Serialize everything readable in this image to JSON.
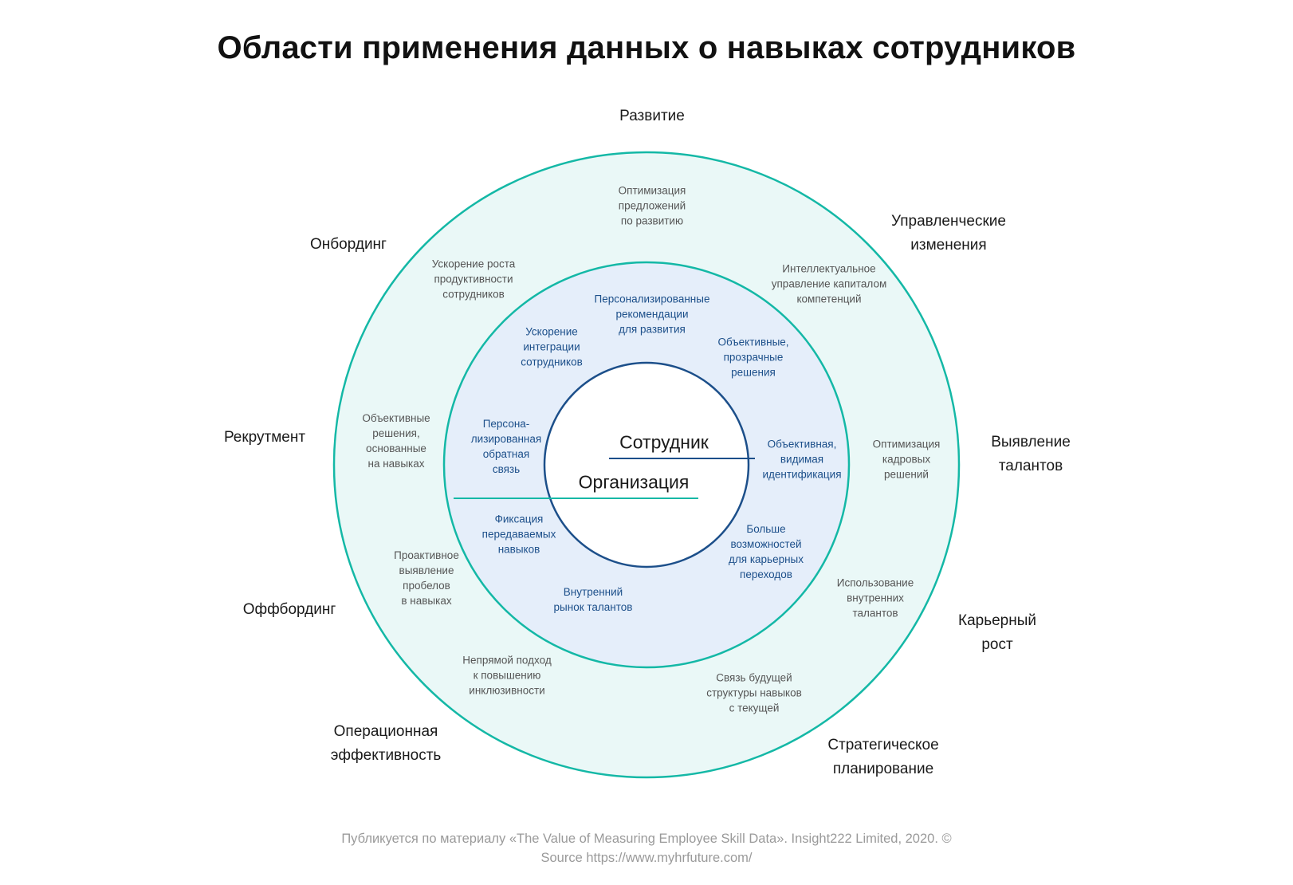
{
  "title": "Области применения данных о навыках сотрудников",
  "colors": {
    "outer_ring_fill": "#eaf8f7",
    "outer_ring_stroke": "#14b8a6",
    "inner_ring_fill": "#e5eefa",
    "inner_ring_stroke": "#14b8a6",
    "core_fill": "#ffffff",
    "core_stroke": "#1c4f8a",
    "divider_teal": "#14b8a6",
    "divider_navy": "#1c4f8a",
    "inner_text": "#1c4f8a",
    "ring_text": "#555555"
  },
  "core": {
    "top": "Сотрудник",
    "bottom": "Организация"
  },
  "outer_labels": [
    "Развитие",
    "Управленческие\nизменения",
    "Выявление\nталантов",
    "Карьерный\nрост",
    "Стратегическое\nпланирование",
    "Операционная\nэффективность",
    "Оффбординг",
    "Рекрутмент",
    "Онбординг"
  ],
  "ring_labels": [
    "Оптимизация\nпредложений\nпо развитию",
    "Интеллектуальное\nуправление капиталом\nкомпетенций",
    "Оптимизация\nкадровых\nрешений",
    "Использование\nвнутренних\nталантов",
    "Связь будущей\nструктуры навыков\nс текущей",
    "Непрямой подход\nк повышению\nинклюзивности",
    "Проактивное\nвыявление\nпробелов\nв навыках",
    "Объективные\nрешения,\nоснованные\nна навыках",
    "Ускорение роста\nпродуктивности\nсотрудников"
  ],
  "inner_labels": [
    "Персонализированные\nрекомендации\nдля развития",
    "Объективные,\nпрозрачные\nрешения",
    "Объективная,\nвидимая\nидентификация",
    "Больше\nвозможностей\nдля карьерных\nпереходов",
    "Внутренний\nрынок талантов",
    "Фиксация\nпередаваемых\nнавыков",
    "Персона-\nлизированная\nобратная\nсвязь",
    "Ускорение\nинтеграции\nсотрудников"
  ],
  "footer": {
    "line1": "Публикуется по материалу «The Value of Measuring Employee Skill Data». Insight222 Limited, 2020. ©",
    "line2": "Source https://www.myhrfuture.com/"
  }
}
